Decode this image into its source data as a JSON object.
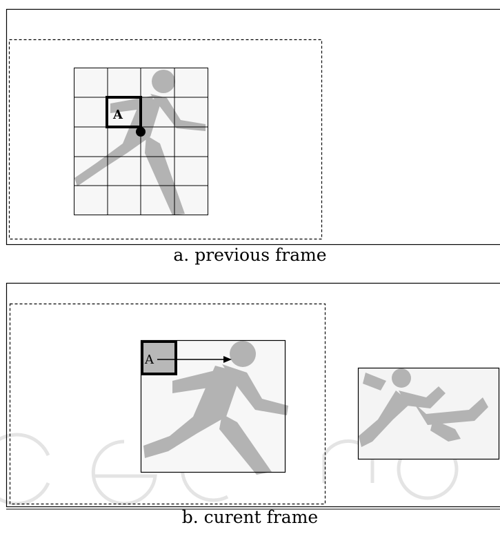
{
  "panel_a": {
    "caption": "a. previous frame",
    "block_label": "A",
    "figure_color": "#b3b3b3",
    "background_color": "#f7f7f7"
  },
  "panel_b": {
    "caption": "b. curent frame",
    "block_label": "A",
    "figure_color": "#b3b3b3",
    "background_color": "#f7f7f7"
  },
  "watermark_color": "#ececec"
}
